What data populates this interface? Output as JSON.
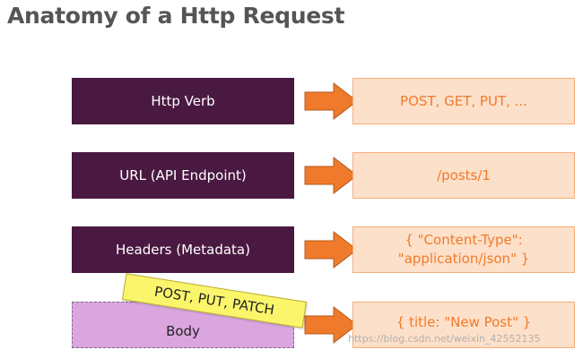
{
  "title": "Anatomy of a Http Request",
  "rows": [
    {
      "label": "Http Verb",
      "value_lines": [
        "POST, GET, PUT, ..."
      ]
    },
    {
      "label": "URL (API Endpoint)",
      "value_lines": [
        "/posts/1"
      ]
    },
    {
      "label": "Headers (Metadata)",
      "value_lines": [
        "{ \"Content-Type\":",
        "\"application/json\" }"
      ]
    },
    {
      "label": "Body",
      "value_lines": [
        "{ title: \"New Post\" }"
      ]
    }
  ],
  "body_note": "POST, PUT, PATCH",
  "watermark": "https://blog.csdn.net/weixin_42552135",
  "colors": {
    "label_box": "#4a1942",
    "body_box": "#dba6e0",
    "value_box": "#fde0c9",
    "value_text": "#f07a2b",
    "arrow": "#f07a2b",
    "note": "#fbf56b"
  }
}
